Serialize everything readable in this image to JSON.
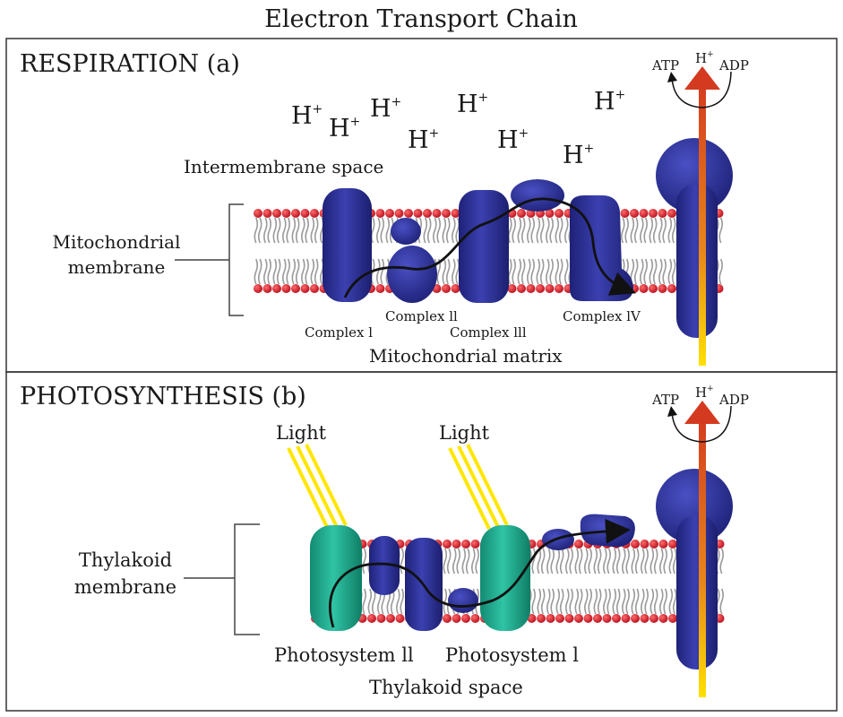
{
  "title": "Electron Transport Chain",
  "respiration": {
    "heading": "RESPIRATION (a)",
    "intermembrane_label": "Intermembrane space",
    "membrane_label_line1": "Mitochondrial",
    "membrane_label_line2": "membrane",
    "complex1": "Complex l",
    "complex2": "Complex ll",
    "complex3": "Complex lll",
    "complex4": "Complex lV",
    "matrix_label": "Mitochondrial matrix",
    "atp": "ATP",
    "adp": "ADP",
    "proton": "H",
    "proton_charge": "+"
  },
  "photosynthesis": {
    "heading": "PHOTOSYNTHESIS (b)",
    "light1": "Light",
    "light2": "Light",
    "membrane_label_line1": "Thylakoid",
    "membrane_label_line2": "membrane",
    "ps2": "Photosystem ll",
    "ps1": "Photosystem l",
    "space_label": "Thylakoid space",
    "atp": "ATP",
    "adp": "ADP",
    "proton": "H",
    "proton_charge": "+"
  },
  "colors": {
    "protein_blue": "#2e3192",
    "photosystem_teal": "#1fa58a",
    "lipid_head": "#cc1f2f",
    "lipid_tail": "#9a9a9a",
    "arrow_red": "#d43a1f",
    "light_yellow": "#ffe600"
  }
}
